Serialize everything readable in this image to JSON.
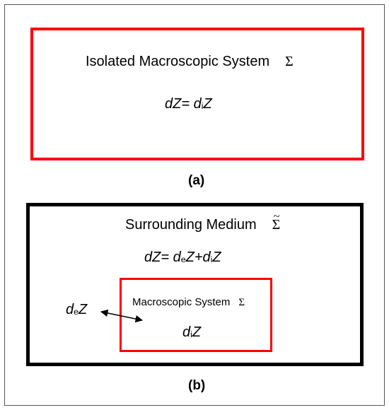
{
  "panel_a": {
    "system_label": "Isolated Macroscopic System",
    "symbol": "Σ",
    "equation": {
      "lhs": "dZ= d",
      "sub": "i",
      "rhs": "Z"
    },
    "caption": "(a)"
  },
  "panel_b": {
    "medium_label": "Surrounding Medium",
    "medium_symbol": "Σ",
    "medium_tilde": "~",
    "equation": {
      "part1": "dZ= d",
      "sub1": "e",
      "part2": "Z+d",
      "sub2": "i",
      "part3": "Z"
    },
    "exchange": {
      "d": "d",
      "sub": "e",
      "z": "Z"
    },
    "system_label": "Macroscopic System",
    "system_symbol": "Σ",
    "internal": {
      "d": "d",
      "sub": "i",
      "z": "Z"
    },
    "caption": "(b)"
  },
  "colors": {
    "system_border": "#ff0000",
    "medium_border": "#000000",
    "frame": "#555555"
  }
}
